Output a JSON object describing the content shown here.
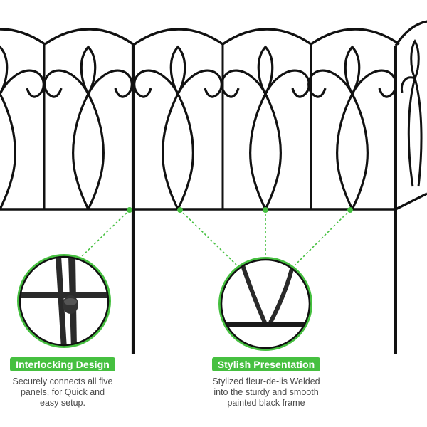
{
  "colors": {
    "accent_green": "#46c040",
    "fence_black": "#111111",
    "text_gray": "#4a4a4a",
    "background": "#ffffff"
  },
  "product": {
    "subject": "decorative black metal garden fence panels with fleur-de-lis pattern",
    "panel_count_visible": 5
  },
  "callouts": [
    {
      "id": "interlocking",
      "title": "Interlocking Design",
      "description_lines": [
        "Securely connects all five",
        "panels, for Quick and",
        "easy setup."
      ],
      "zoom_icon": "interlocking-joint-closeup"
    },
    {
      "id": "stylish",
      "title": "Stylish Presentation",
      "description_lines": [
        "Stylized fleur-de-lis Welded",
        "into the sturdy and smooth",
        "painted black frame"
      ],
      "zoom_icon": "fleur-de-lis-weld-closeup"
    }
  ]
}
